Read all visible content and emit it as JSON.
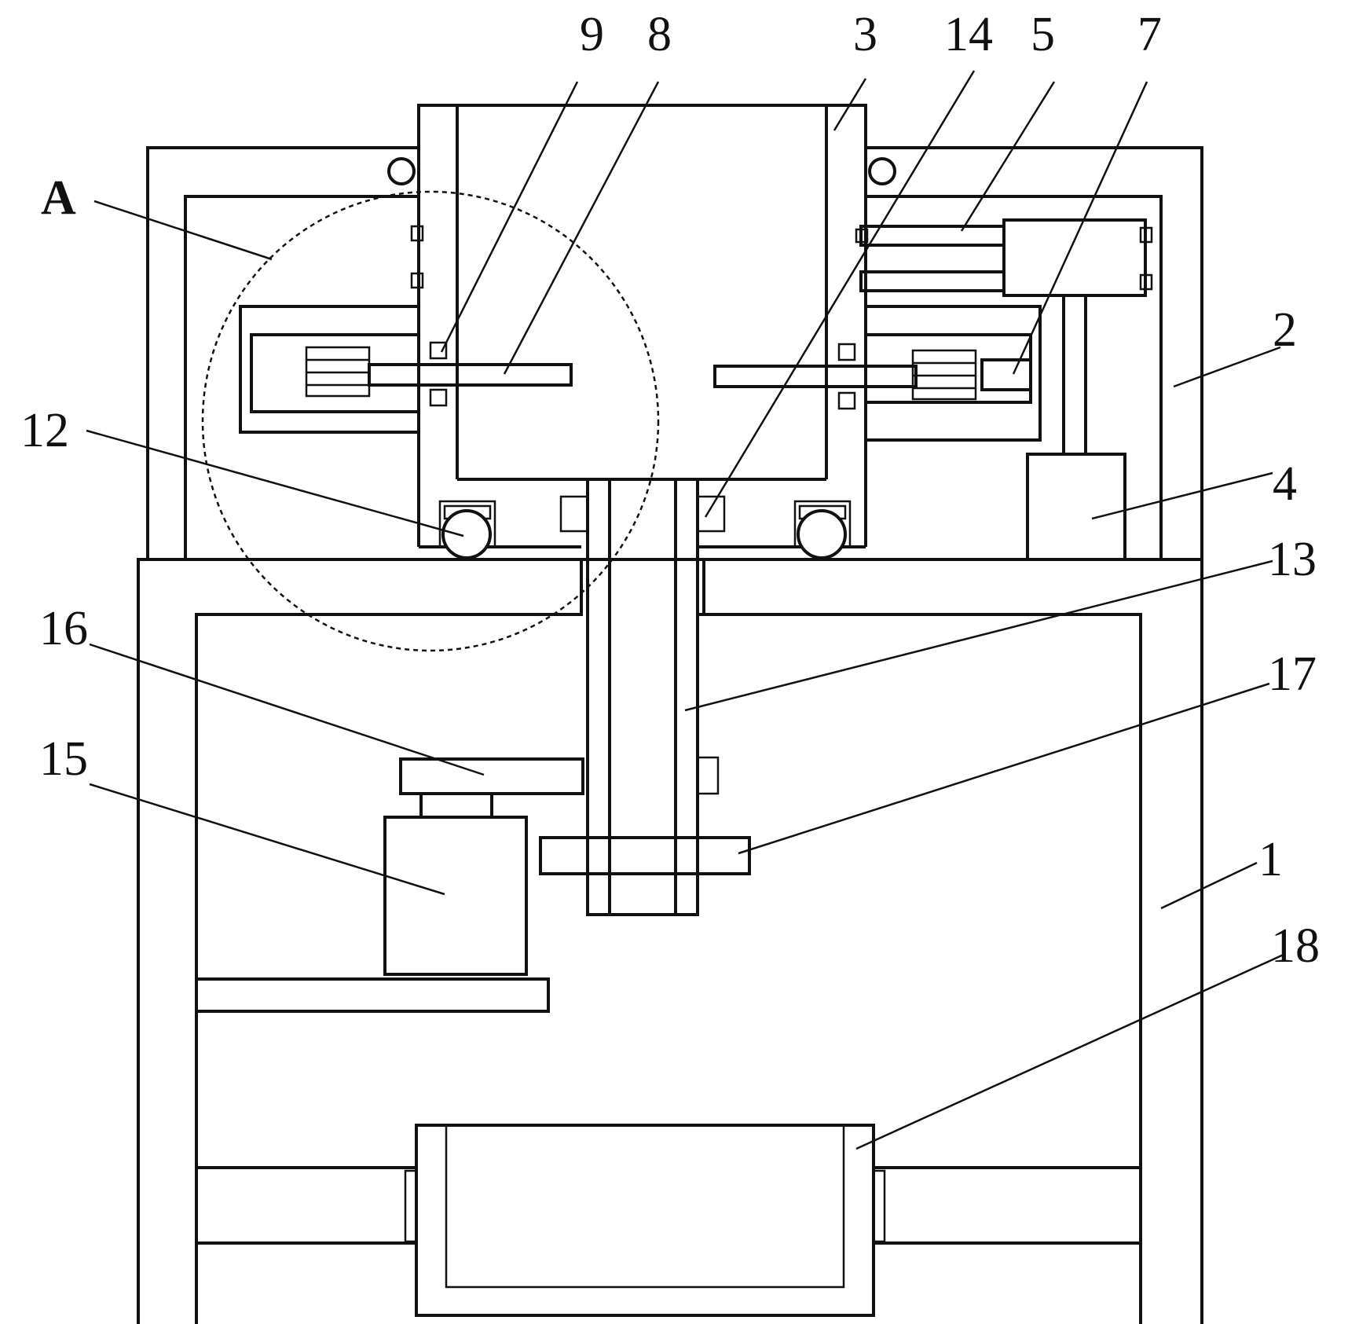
{
  "labels": {
    "a": "A",
    "n1": "1",
    "n2": "2",
    "n3": "3",
    "n4": "4",
    "n5": "5",
    "n7": "7",
    "n8": "8",
    "n9": "9",
    "n12": "12",
    "n13": "13",
    "n14": "14",
    "n15": "15",
    "n16": "16",
    "n17": "17",
    "n18": "18"
  },
  "colors": {
    "line": "#111111",
    "background": "#ffffff"
  }
}
